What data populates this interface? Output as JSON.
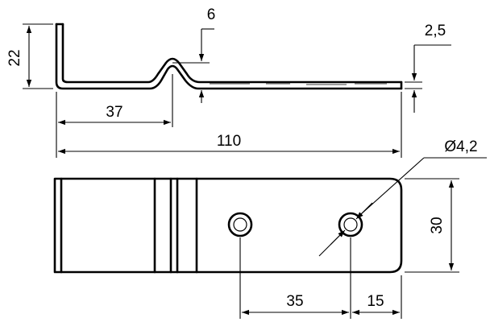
{
  "drawing": {
    "side_view": {
      "dimensions": {
        "flange_height": "22",
        "bend_offset_length": "37",
        "bump_width": "6",
        "thickness": "2,5",
        "overall_length": "110"
      }
    },
    "plan_view": {
      "dimensions": {
        "width": "30",
        "hole_diameter": "Ø4,2",
        "hole_spacing": "35",
        "hole_to_edge": "15"
      }
    }
  }
}
